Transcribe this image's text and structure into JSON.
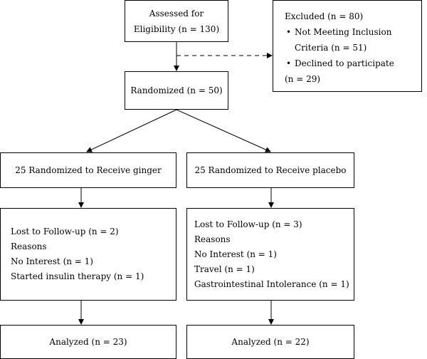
{
  "assessed": {
    "line1": "Assessed for",
    "line2": "Eligibility (n = 130)"
  },
  "excluded": {
    "title": "Excluded (n = 80)",
    "bullet1_a": "Not Meeting Inclusion",
    "bullet1_b": "Criteria (n = 51)",
    "bullet2_a": "Declined to participate",
    "bullet2_b": "(n = 29)"
  },
  "randomized": {
    "label": "Randomized (n = 50)"
  },
  "ginger": {
    "group_label": "25 Randomized to Receive ginger",
    "followup_lines": [
      "Lost to Follow-up (n = 2)",
      "Reasons",
      "No Interest (n = 1)",
      "Started insulin therapy (n = 1)"
    ],
    "analyzed": "Analyzed (n = 23)"
  },
  "placebo": {
    "group_label": "25 Randomized to Receive placebo",
    "followup_lines": [
      "Lost to Follow-up (n = 3)",
      "Reasons",
      "No Interest (n = 1)",
      "Travel (n = 1)",
      "Gastrointestinal Intolerance (n = 1)"
    ],
    "analyzed": "Analyzed (n = 22)"
  }
}
